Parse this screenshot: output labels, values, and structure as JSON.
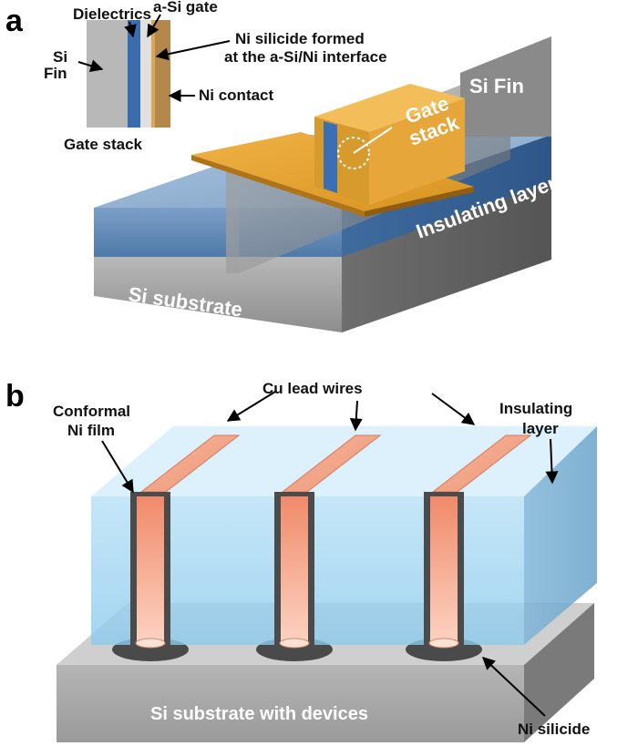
{
  "panel_a": {
    "letter": "a",
    "inset": {
      "dielectrics": "Dielectrics",
      "asi_gate": "a-Si gate",
      "si_fin_line1": "Si",
      "si_fin_line2": "Fin",
      "ni_silicide_line1": "Ni silicide formed",
      "ni_silicide_line2": "at the a-Si/Ni interface",
      "ni_contact": "Ni contact",
      "caption": "Gate stack"
    },
    "si_fin": "Si Fin",
    "gate_stack_line1": "Gate",
    "gate_stack_line2": "stack",
    "insulating_layer": "Insulating layer",
    "si_substrate": "Si substrate"
  },
  "panel_b": {
    "letter": "b",
    "cu_lead_wires": "Cu lead wires",
    "conformal_line1": "Conformal",
    "conformal_line2": "Ni film",
    "insulating_line1": "Insulating",
    "insulating_line2": "layer",
    "si_substrate_devices": "Si substrate with devices",
    "ni_silicide": "Ni silicide"
  }
}
